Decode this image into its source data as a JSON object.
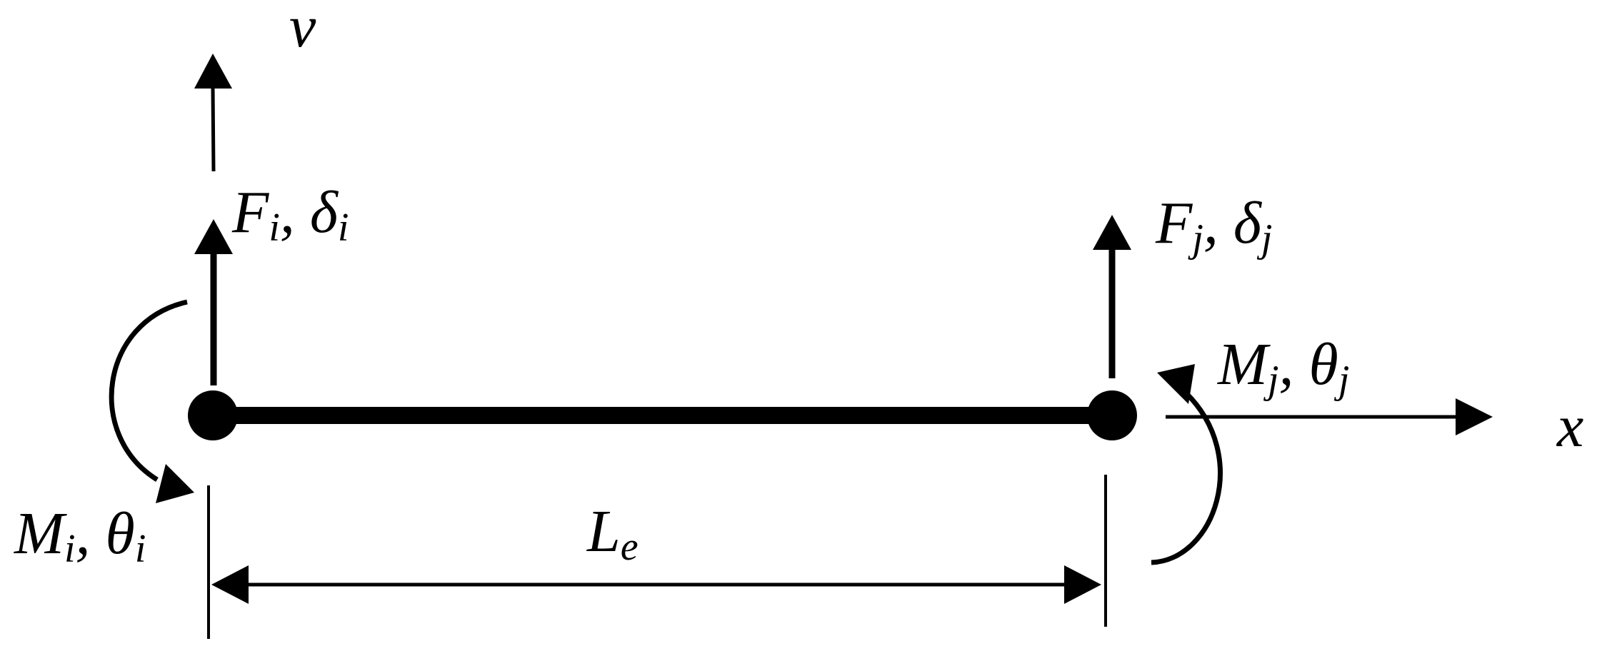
{
  "axes": {
    "v": "v",
    "x": "x"
  },
  "node_i": {
    "force": {
      "symbol": "F",
      "subscript": "i",
      "sep": ", "
    },
    "displacement": {
      "symbol": "δ",
      "subscript": "i"
    },
    "moment": {
      "symbol": "M",
      "subscript": "i",
      "sep": ", "
    },
    "rotation": {
      "symbol": "θ",
      "subscript": "i"
    }
  },
  "node_j": {
    "force": {
      "symbol": "F",
      "subscript": "j",
      "sep": ", "
    },
    "displacement": {
      "symbol": "δ",
      "subscript": "j"
    },
    "moment": {
      "symbol": "M",
      "subscript": "j",
      "sep": ", "
    },
    "rotation": {
      "symbol": "θ",
      "subscript": "j"
    }
  },
  "length": {
    "symbol": "L",
    "subscript": "e"
  }
}
